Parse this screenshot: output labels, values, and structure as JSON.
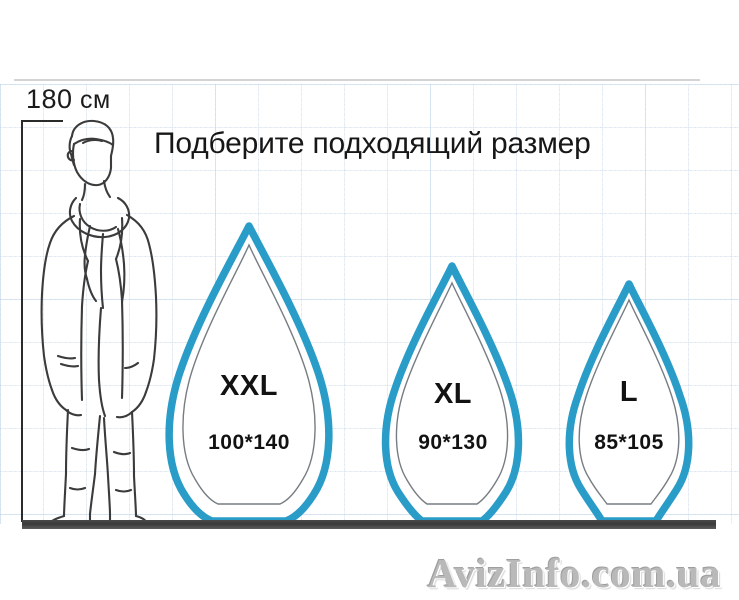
{
  "header": {
    "height_value": "180",
    "height_unit": "см",
    "title": "Подберите подходящий размер"
  },
  "figure": {
    "name": "man-silhouette",
    "description": "Line-art standing man with scarf and jacket",
    "bracket_name": "height-bracket"
  },
  "colors": {
    "drop_outline": "#2a9cc8",
    "drop_outline_inner": "#6e757a",
    "drop_fill": "#ffffff",
    "baseline": "#3f3f3f",
    "text": "#151515",
    "grid": "#9ec2dd",
    "rule": "#d4d4d4",
    "watermark": "#b9b9b9"
  },
  "sizes": [
    {
      "id": "xxl",
      "label": "XXL",
      "dimensions": "100*140"
    },
    {
      "id": "xl",
      "label": "XL",
      "dimensions": "90*130"
    },
    {
      "id": "l",
      "label": "L",
      "dimensions": "85*105"
    }
  ],
  "watermark": {
    "text": "AvizInfo.com.ua"
  }
}
